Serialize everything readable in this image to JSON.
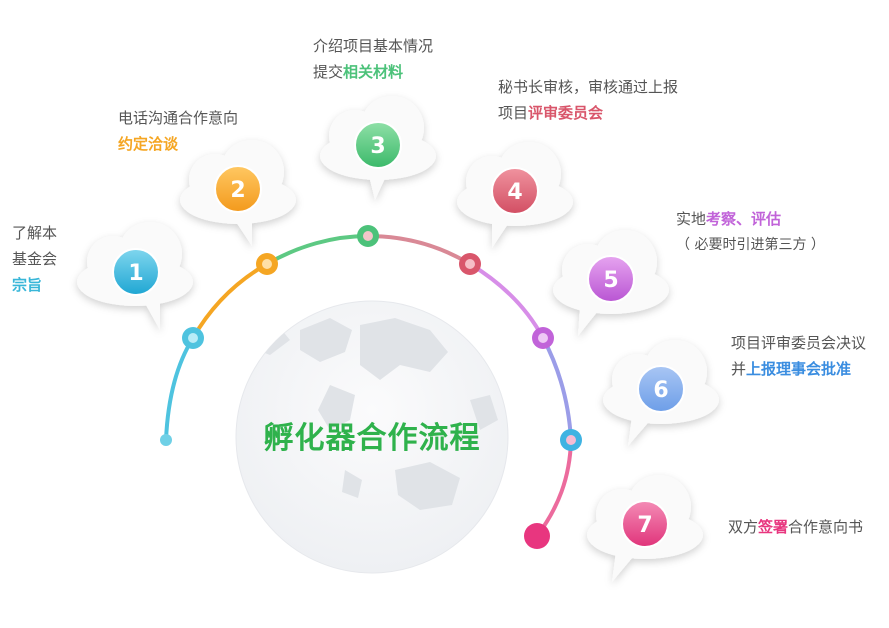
{
  "title": "孵化器合作流程",
  "steps": [
    {
      "num": "1",
      "line1": "了解本",
      "line2": "基金会",
      "line3": "宗旨",
      "color": "#38b6d8"
    },
    {
      "num": "2",
      "line1": "电话沟通合作意向",
      "line2": "约定洽谈",
      "color": "#f5a623"
    },
    {
      "num": "3",
      "line1": "介绍项目基本情况",
      "line2_plain": "提交",
      "line2_hl": "相关材料",
      "color": "#4cc27a"
    },
    {
      "num": "4",
      "line1": "秘书长审核，审核通过上报",
      "line2_plain": "项目",
      "line2_hl": "评审委员会",
      "color": "#d9566b"
    },
    {
      "num": "5",
      "line1_plain": "实地",
      "line1_hl": "考察、评估",
      "line2": "（ 必要时引进第三方 ）",
      "color": "#c163d9"
    },
    {
      "num": "6",
      "line1": "项目评审委员会决议",
      "line2_plain": "并",
      "line2_hl": "上报理事会批准",
      "color": "#3a8de0"
    },
    {
      "num": "7",
      "line1_plain": "双方",
      "line1_hl": "签署",
      "line1_tail": "合作意向书",
      "color": "#e8367f"
    }
  ]
}
